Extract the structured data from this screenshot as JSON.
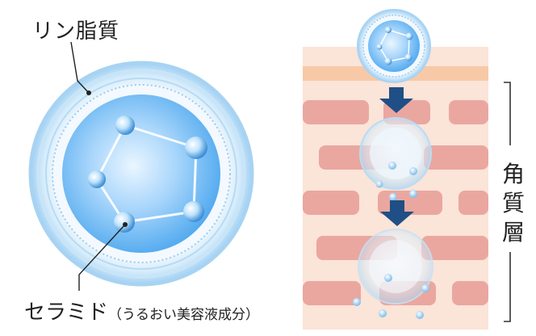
{
  "labels": {
    "phospholipid": "リン脂質",
    "ceramide": "セラミド",
    "ceramide_note": "（うるおい美容液成分）",
    "stratum": "角質層"
  },
  "colors": {
    "sphere_outer": "#bfe0f6",
    "sphere_core": "#5fb2f0",
    "skin_base": "#fbe4d8",
    "skin_top": "#f7c9a6",
    "cell_block": "#eaa7a0",
    "arrow": "#1f4f86",
    "bracket": "#333333"
  }
}
